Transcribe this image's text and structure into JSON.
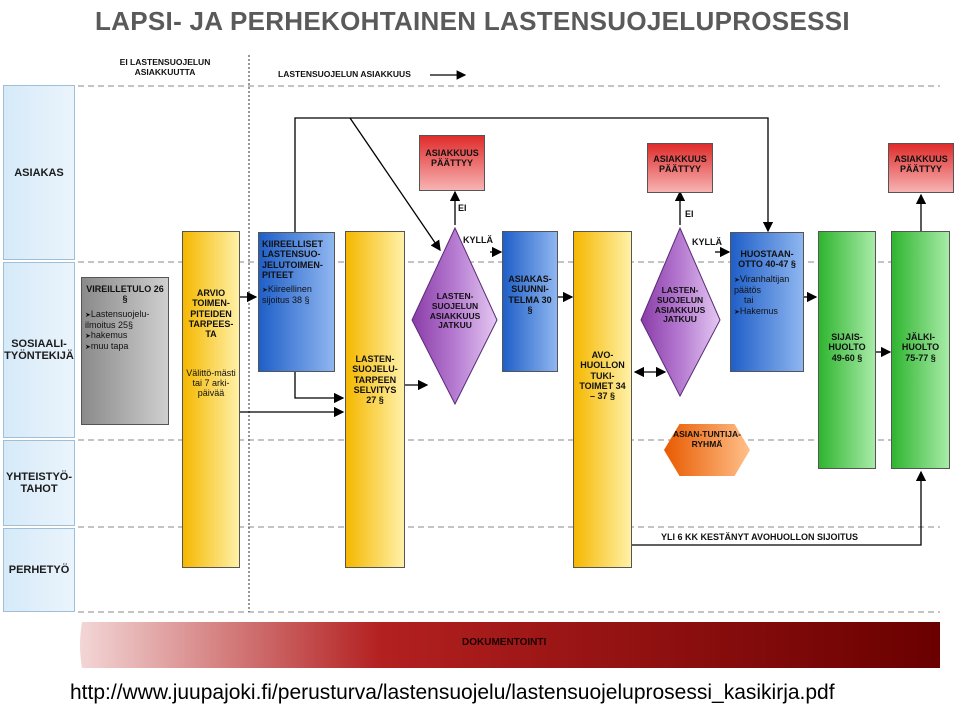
{
  "title": "LAPSI- JA PERHEKOHTAINEN LASTENSUOJELUPROSESSI",
  "header": {
    "not_client": "EI LASTENSUOJELUN ASIAKKUUTTA",
    "client": "LASTENSUOJELUN ASIAKKUUS"
  },
  "lanes": [
    {
      "label": "ASIAKAS"
    },
    {
      "label": "SOSIAALI-TYÖNTEKIJÄ"
    },
    {
      "label": "YHTEISTYÖ-TAHOT"
    },
    {
      "label": "PERHETYÖ"
    }
  ],
  "nodes": {
    "vireilletulo": {
      "title": "VIREILLETULO 26 §",
      "items": [
        "Lastensuojelu-ilmoitus 25§",
        "hakemus",
        "muu tapa"
      ]
    },
    "arvio": {
      "title": "ARVIO TOIMEN-PITEIDEN TARPEES-TA",
      "note": "Välittö-mästi tai 7 arki-päivää"
    },
    "kiireelliset": {
      "title": "KIIREELLISET LASTENSUO-JELUTOIMEN-PITEET",
      "items": [
        "Kiireellinen sijoitus 38 §"
      ]
    },
    "selvitys": {
      "title": "LASTEN-SUOJELU-TARPEEN SELVITYS 27 §"
    },
    "jatkuu1": {
      "title": "LASTEN-SUOJELUN ASIAKKUUS JATKUU"
    },
    "paattyy1": {
      "title": "ASIAKKUUS PÄÄTTYY"
    },
    "suunnitelma": {
      "title": "ASIAKAS-SUUNNI-TELMA 30 §"
    },
    "avohuolto": {
      "title": "AVO-HUOLLON TUKI-TOIMET 34 – 37 §"
    },
    "jatkuu2": {
      "title": "LASTEN-SUOJELUN ASIAKKUUS JATKUU"
    },
    "paattyy2": {
      "title": "ASIAKKUUS PÄÄTTYY"
    },
    "asiantuntija": {
      "title": "ASIAN-TUNTIJA-RYHMÄ"
    },
    "huostaanotto": {
      "title": "HUOSTAAN-OTTO 40-47 §",
      "items": [
        "Viranhaltijan päätös",
        "tai",
        "Hakemus"
      ]
    },
    "sijaishuolto": {
      "title": "SIJAIS-HUOLTO 49-60 §"
    },
    "jalkihuolto": {
      "title": "JÄLKI-HUOLTO 75-77 §"
    },
    "paattyy3": {
      "title": "ASIAKKUUS PÄÄTTYY"
    }
  },
  "edge_labels": {
    "yes1": "KYLLÄ",
    "no1": "EI",
    "yes2": "KYLLÄ",
    "no2": "EI",
    "six_months": "YLI 6 KK KESTÄNYT AVOHUOLLON SIJOITUS"
  },
  "documentation": "DOKUMENTOINTI",
  "source_url": "http://www.juupajoki.fi/perusturva/lastensuojelu/lastensuojeluprosessi_kasikirja.pdf",
  "colors": {
    "lane_bg": "#d6eaf8",
    "grey_box": "#a8a8a8",
    "yellow": "#f5c400",
    "blue": "#2f6fd6",
    "purple": "#9b4dbe",
    "red": "#e84a4a",
    "orange": "#f07820",
    "green": "#3fbf3f",
    "doc_red": "#8b0a0a"
  }
}
